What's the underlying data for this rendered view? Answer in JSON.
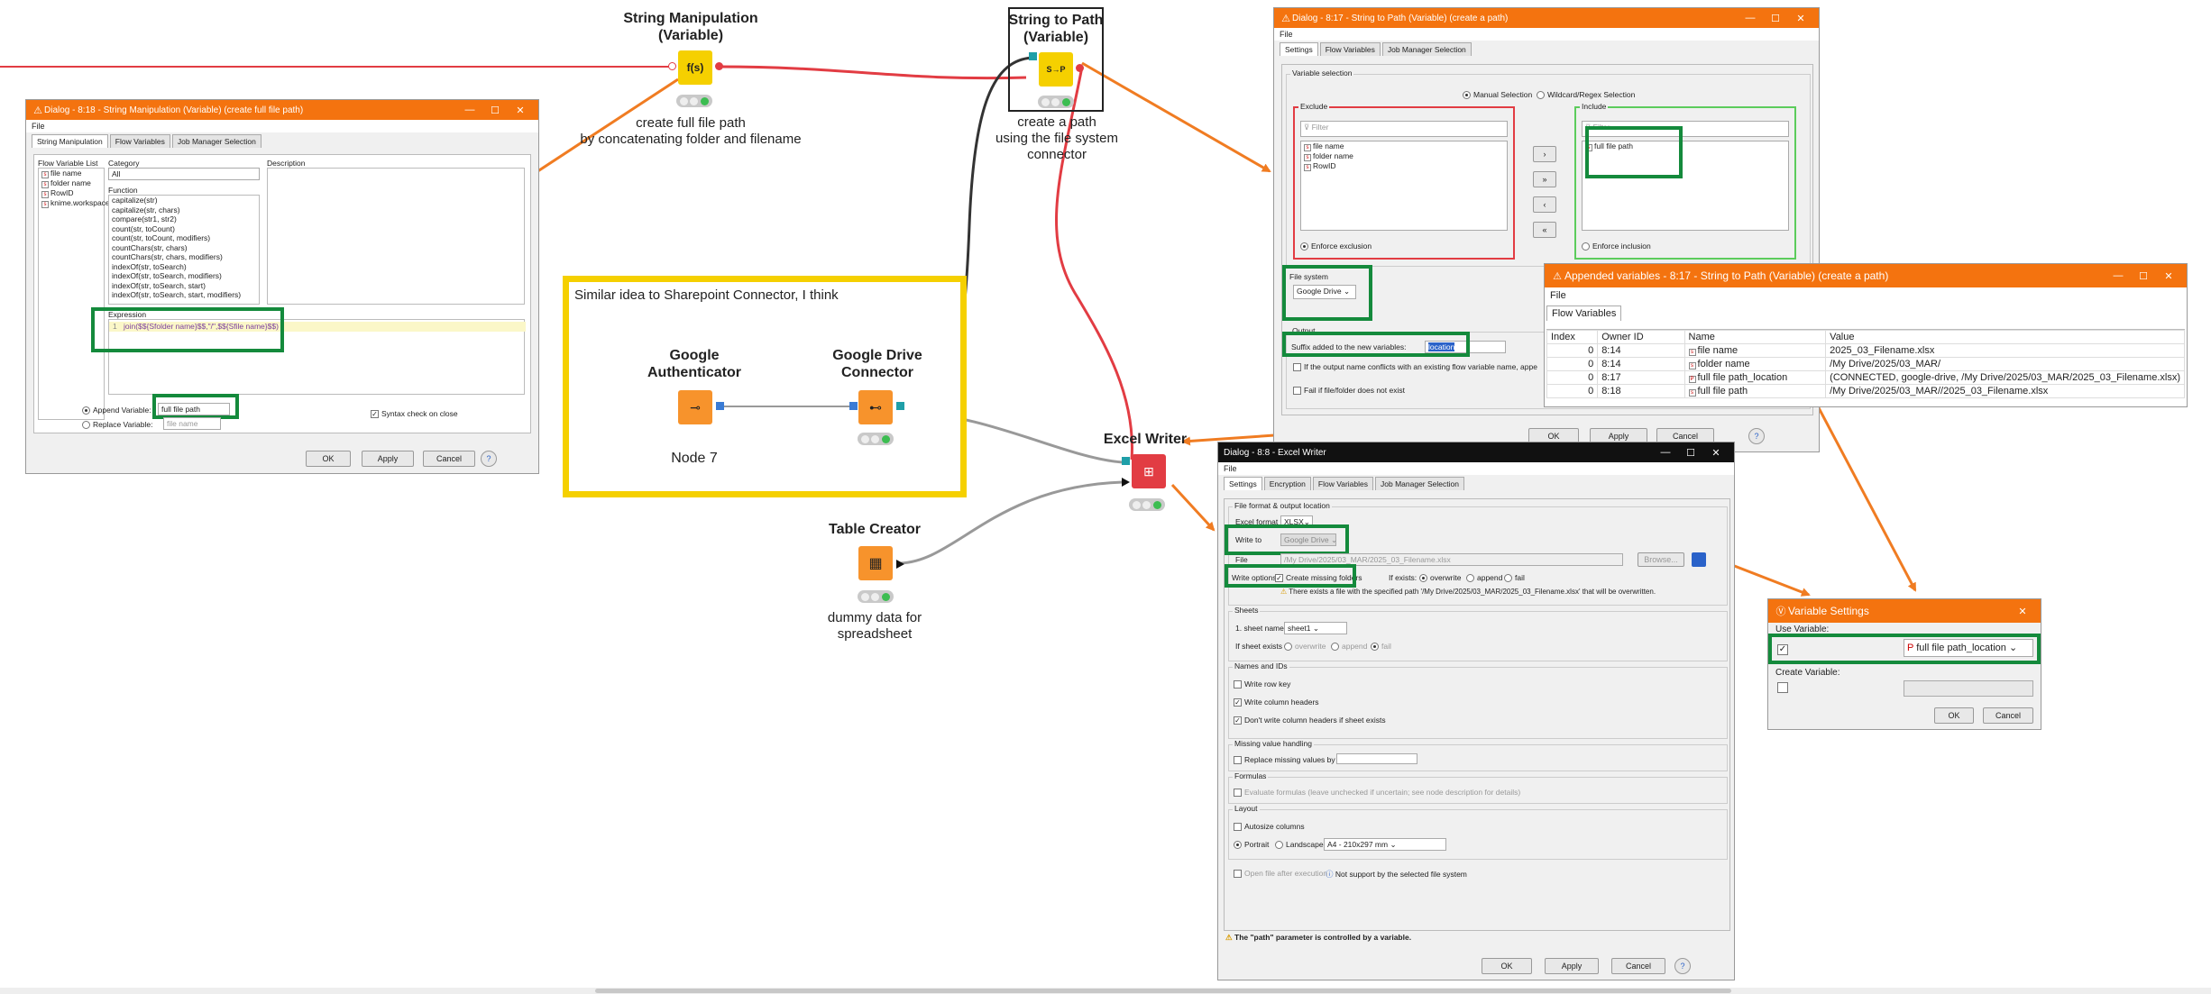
{
  "workflow": {
    "nodes": {
      "string_manipulation": {
        "title": "String Manipulation\n(Variable)",
        "caption": "create full file path\nby concatenating folder and filename"
      },
      "string_to_path": {
        "title": "String to Path\n(Variable)",
        "caption": "create a path\nusing the file system\nconnector"
      },
      "google_auth": {
        "title": "Google\nAuthenticator",
        "caption": "Node 7"
      },
      "google_drive": {
        "title": "Google Drive\nConnector",
        "caption": ""
      },
      "excel_writer": {
        "title": "Excel Writer",
        "caption": ""
      },
      "table_creator": {
        "title": "Table Creator",
        "caption": "dummy data for\nspreadsheet"
      }
    },
    "annotation_box": {
      "text": "Similar idea to Sharepoint Connector, I think",
      "color": "#f5d000"
    },
    "colors": {
      "highlight": "#148a3c",
      "arrow": "#f07c22",
      "conn_red": "#e23c43",
      "conn_gray": "#999999",
      "titlebar": "#f4730f"
    }
  },
  "dlg_strman": {
    "title": "Dialog - 8:18 - String Manipulation (Variable) (create full file path)",
    "menu": "File",
    "tabs": [
      "String Manipulation",
      "Flow Variables",
      "Job Manager Selection"
    ],
    "flow_var_label": "Flow Variable List",
    "flow_vars": [
      "file name",
      "folder name",
      "RowID",
      "knime.workspace"
    ],
    "category_label": "Category",
    "category_value": "All",
    "description_label": "Description",
    "function_label": "Function",
    "functions": [
      "capitalize(str)",
      "capitalize(str, chars)",
      "compare(str1, str2)",
      "count(str, toCount)",
      "count(str, toCount, modifiers)",
      "countChars(str, chars)",
      "countChars(str, chars, modifiers)",
      "indexOf(str, toSearch)",
      "indexOf(str, toSearch, modifiers)",
      "indexOf(str, toSearch, start)",
      "indexOf(str, toSearch, start, modifiers)"
    ],
    "expression_label": "Expression",
    "expression_line": "1",
    "expression": "join($${Sfolder name}$$,\"/\",$${Sfile name}$$)",
    "append_label": "Append Variable:",
    "append_value": "full file path",
    "replace_label": "Replace Variable:",
    "replace_value": "file name",
    "syntax_check": "Syntax check on close",
    "ok": "OK",
    "apply": "Apply",
    "cancel": "Cancel",
    "help": "?"
  },
  "dlg_strpath": {
    "title": "Dialog - 8:17 - String to Path (Variable) (create a path)",
    "menu": "File",
    "tabs": [
      "Settings",
      "Flow Variables",
      "Job Manager Selection"
    ],
    "var_sel_label": "Variable selection",
    "manual": "Manual Selection",
    "wildcard": "Wildcard/Regex Selection",
    "exclude_label": "Exclude",
    "include_label": "Include",
    "filter_placeholder": "Filter",
    "exclude_items": [
      "file name",
      "folder name",
      "RowID"
    ],
    "include_items": [
      "full file path"
    ],
    "enforce_exclusion": "Enforce exclusion",
    "enforce_inclusion": "Enforce inclusion",
    "file_system_label": "File system",
    "file_system_value": "Google Drive",
    "output_label": "Output",
    "suffix_label": "Suffix added to the new variables:",
    "suffix_value": "location",
    "conflict_text": "If the output name conflicts with an existing flow variable name, appe",
    "fail_text": "Fail if file/folder does not exist",
    "ok": "OK",
    "apply": "Apply",
    "cancel": "Cancel",
    "help": "?"
  },
  "dlg_appended": {
    "title": "Appended variables - 8:17 - String to Path (Variable) (create a path)",
    "menu": "File",
    "tab": "Flow Variables",
    "headers": [
      "Index",
      "Owner ID",
      "Name",
      "Value"
    ],
    "rows": [
      {
        "index": "0",
        "owner": "8:14",
        "name": "file name",
        "value": "2025_03_Filename.xlsx"
      },
      {
        "index": "0",
        "owner": "8:14",
        "name": "folder name",
        "value": "/My Drive/2025/03_MAR/"
      },
      {
        "index": "0",
        "owner": "8:17",
        "name": "full file path_location",
        "value": "(CONNECTED, google-drive, /My Drive/2025/03_MAR/2025_03_Filename.xlsx)"
      },
      {
        "index": "0",
        "owner": "8:18",
        "name": "full file path",
        "value": "/My Drive/2025/03_MAR//2025_03_Filename.xlsx"
      }
    ]
  },
  "dlg_excel": {
    "title": "Dialog - 8:8 - Excel Writer",
    "menu": "File",
    "tabs": [
      "Settings",
      "Encryption",
      "Flow Variables",
      "Job Manager Selection"
    ],
    "format_group": "File format & output location",
    "excel_format_label": "Excel format",
    "excel_format_value": "XLSX",
    "write_to_label": "Write to",
    "write_to_value": "Google Drive",
    "file_label": "File",
    "file_value": "/My Drive/2025/03_MAR/2025_03_Filename.xlsx",
    "browse": "Browse...",
    "write_options_label": "Write options",
    "create_missing": "Create missing folders",
    "if_exists_label": "If exists:",
    "overwrite": "overwrite",
    "append": "append",
    "fail": "fail",
    "warning": "There exists a file with the specified path '/My Drive/2025/03_MAR/2025_03_Filename.xlsx' that will be overwritten.",
    "sheets_group": "Sheets",
    "sheet_name_label": "1. sheet name",
    "sheet_name_value": "sheet1",
    "if_sheet_exists_label": "If sheet exists",
    "names_group": "Names and IDs",
    "write_row_key": "Write row key",
    "write_col_headers": "Write column headers",
    "dont_write_col": "Don't write column headers if sheet exists",
    "missing_group": "Missing value handling",
    "replace_missing": "Replace missing values by",
    "formulas_group": "Formulas",
    "eval_formulas": "Evaluate formulas (leave unchecked if uncertain; see node description for details)",
    "layout_group": "Layout",
    "autosize": "Autosize columns",
    "portrait": "Portrait",
    "landscape": "Landscape",
    "paper_value": "A4 - 210x297 mm",
    "open_after": "Open file after execution",
    "not_support": "Not support by the selected file system",
    "status": "The \"path\" parameter is controlled by a variable.",
    "ok": "OK",
    "apply": "Apply",
    "cancel": "Cancel",
    "help": "?"
  },
  "dlg_varset": {
    "title": "Variable Settings",
    "use_variable_label": "Use Variable:",
    "variable_value": "full file path_location",
    "create_label": "Create Variable:",
    "ok": "OK",
    "cancel": "Cancel"
  }
}
